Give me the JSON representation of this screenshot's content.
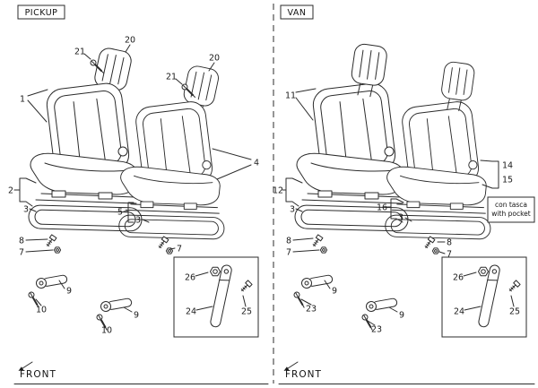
{
  "diagram": {
    "panels": {
      "pickup": {
        "label": "PICKUP",
        "front": "FRONT"
      },
      "van": {
        "label": "VAN",
        "front": "FRONT"
      }
    },
    "note": {
      "line1": "con tasca",
      "line2": "with pocket"
    },
    "callouts": {
      "1": "1",
      "2": "2",
      "3": "3",
      "4": "4",
      "5": "5",
      "7": "7",
      "8": "8",
      "9": "9",
      "10": "10",
      "11": "11",
      "12": "12",
      "14": "14",
      "15": "15",
      "16": "16",
      "20": "20",
      "21": "21",
      "23": "23",
      "24": "24",
      "25": "25",
      "26": "26"
    },
    "colors": {
      "line": "#2b2b2b",
      "background": "#ffffff"
    }
  }
}
